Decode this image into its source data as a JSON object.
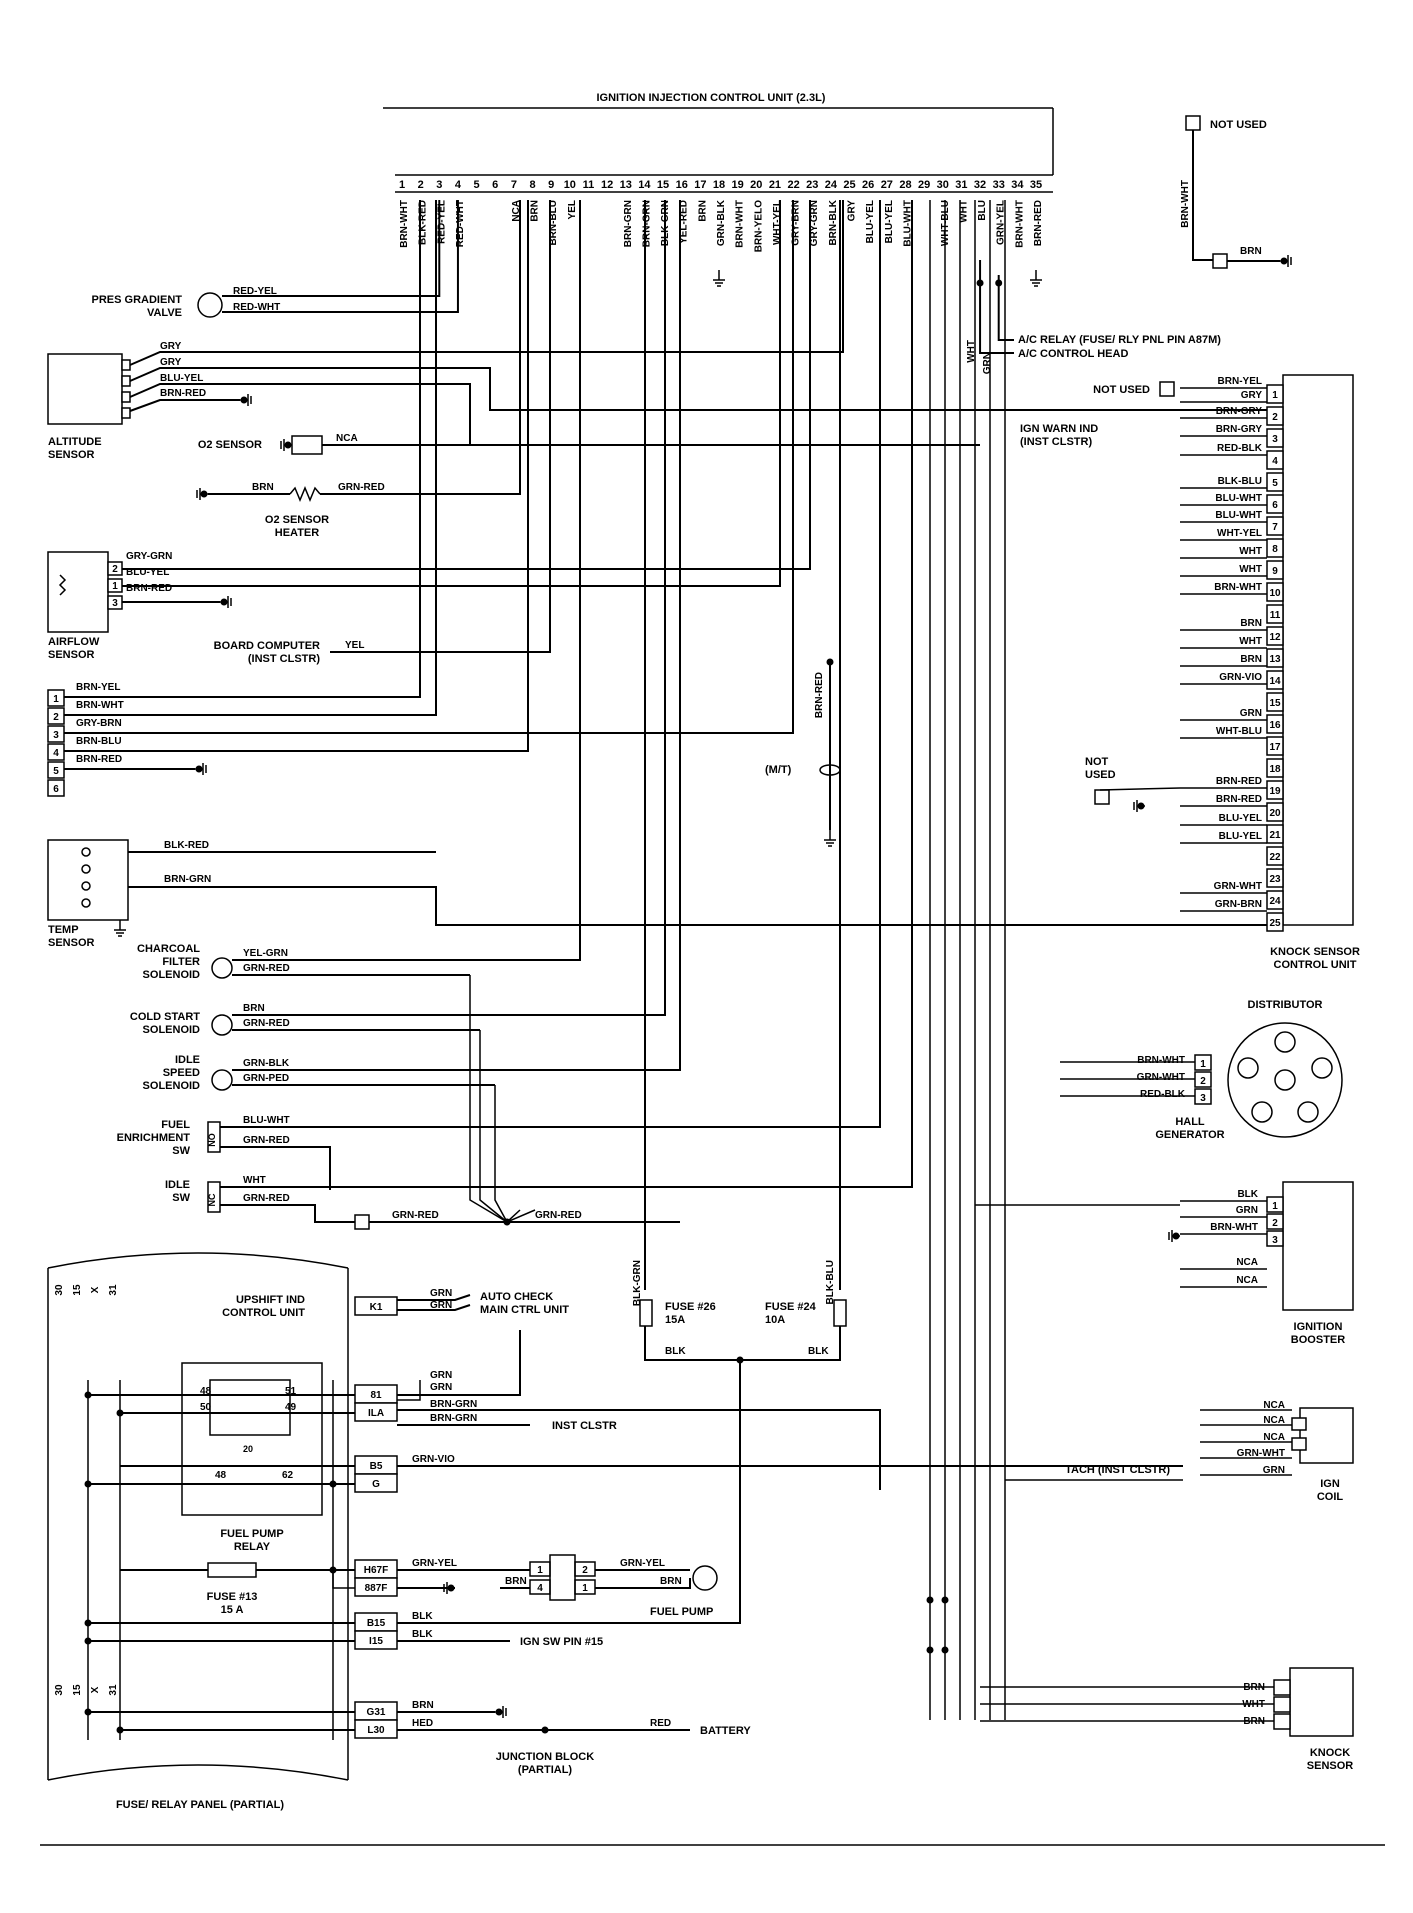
{
  "title": "IGNITION INJECTION CONTROL UNIT (2.3L)",
  "top_pins": [
    "1",
    "2",
    "3",
    "4",
    "5",
    "6",
    "7",
    "8",
    "9",
    "10",
    "11",
    "12",
    "13",
    "14",
    "15",
    "16",
    "17",
    "18",
    "19",
    "20",
    "21",
    "22",
    "23",
    "24",
    "25",
    "26",
    "27",
    "28",
    "29",
    "30",
    "31",
    "32",
    "33",
    "34",
    "35"
  ],
  "top_wires": [
    "BRN-WHT",
    "BLK-RED",
    "RED-YEL",
    "RED-WHT",
    "NCA",
    "BRN",
    "BRN-BLU",
    "YEL",
    "BRN-GRN",
    "BRN-GRN",
    "BLK-GRN",
    "YEL-RED",
    "BRN",
    "GRN-BLK",
    "BRN-WHT",
    "BRN-YELO",
    "WHT-YEL",
    "GRY-BRN",
    "GRY-GRN",
    "BRN-BLK",
    "GRY",
    "BLU-YEL",
    "BLU-YEL",
    "BLU-WHT",
    "WHT-BLU",
    "WHT",
    "BLU",
    "GRN-YEL",
    "BRN-WHT",
    "BRN-RED"
  ],
  "components": {
    "not_used_top": "NOT USED",
    "brn_wht_v": "BRN-WHT",
    "brn_top_right": "BRN",
    "ac_relay": "A/C RELAY (FUSE/ RLY PNL PIN A87M)",
    "ac_control": "A/C CONTROL HEAD",
    "wht_v": "WHT",
    "grn_v": "GRN",
    "pres_gradient_valve": "PRES GRADIENT\nVALVE",
    "red_yel": "RED-YEL",
    "red_wht": "RED-WHT",
    "altitude_sensor": "ALTITUDE\nSENSOR",
    "alt_wires": [
      "GRY",
      "GRY",
      "BLU-YEL",
      "BRN-RED"
    ],
    "o2_sensor": "O2 SENSOR",
    "nca": "NCA",
    "brn": "BRN",
    "grn_red": "GRN-RED",
    "o2_heater": "O2 SENSOR\nHEATER",
    "airflow_sensor": "AIRFLOW\nSENSOR",
    "airflow_wires": [
      "GRY-GRN",
      "BLU-YEL",
      "BRN-RED"
    ],
    "airflow_pins": [
      "2",
      "1",
      "3"
    ],
    "board_computer": "BOARD COMPUTER\n(INST CLSTR)",
    "yel": "YEL",
    "conn6_wires": [
      "BRN-YEL",
      "BRN-WHT",
      "GRY-BRN",
      "BRN-BLU",
      "BRN-RED"
    ],
    "conn6_pins": [
      "1",
      "2",
      "3",
      "4",
      "5",
      "6"
    ],
    "brn_red_v": "BRN-RED",
    "mt": "(M/T)",
    "temp_sensor": "TEMP\nSENSOR",
    "blk_red": "BLK-RED",
    "brn_grn": "BRN-GRN",
    "charcoal": "CHARCOAL\nFILTER\nSOLENOID",
    "yel_grn": "YEL-GRN",
    "cold_start": "COLD START\nSOLENOID",
    "idle_speed": "IDLE\nSPEED\nSOLENOID",
    "grn_blk": "GRN-BLK",
    "grn_ped": "GRN-PED",
    "fuel_enrichment": "FUEL\nENRICHMENT\nSW",
    "blu_wht": "BLU-WHT",
    "idle_sw": "IDLE\nSW",
    "wht": "WHT",
    "no": "NO",
    "nc": "NC",
    "blk_grn_v": "BLK-GRN",
    "blk_blu_v": "BLK-BLU",
    "fuse26": "FUSE #26\n15A",
    "fuse24": "FUSE #24\n10A",
    "blk": "BLK",
    "upshift": "UPSHIFT IND\nCONTROL UNIT",
    "k1": "K1",
    "grn": "GRN",
    "auto_check": "AUTO CHECK\nMAIN CTRL UNIT",
    "relay_pins": [
      "48",
      "51",
      "50",
      "49",
      "20",
      "48",
      "62"
    ],
    "fuel_pump_relay": "FUEL PUMP\nRELAY",
    "conn_labels": [
      "81",
      "ILA",
      "B5",
      "G",
      "H67F",
      "887F",
      "B15",
      "I15",
      "G31",
      "L30"
    ],
    "brn_grn2": "BRN-GRN",
    "inst_clstr": "INST CLSTR",
    "grn_vio": "GRN-VIO",
    "grn_yel": "GRN-YEL",
    "fuel_pump": "FUEL PUMP",
    "fuse13": "FUSE #13\n15 A",
    "ign_sw": "IGN SW PIN #15",
    "red": "RED",
    "hed": "HED",
    "battery": "BATTERY",
    "junction": "JUNCTION BLOCK\n(PARTIAL)",
    "fuse_relay_panel": "FUSE/ RELAY PANEL (PARTIAL)",
    "panel_pins_top": [
      "30",
      "15",
      "X",
      "31"
    ],
    "panel_pins_bottom": [
      "30",
      "15",
      "X",
      "31"
    ],
    "pump_pins": [
      "1",
      "2",
      "4",
      "1"
    ],
    "knock_ctrl": "KNOCK SENSOR\nCONTROL UNIT",
    "knock_pins": [
      "1",
      "2",
      "3",
      "4",
      "5",
      "6",
      "7",
      "8",
      "9",
      "10",
      "11",
      "12",
      "13",
      "14",
      "15",
      "16",
      "17",
      "18",
      "19",
      "20",
      "21",
      "22",
      "23",
      "24",
      "25"
    ],
    "knock_wires": [
      "BRN-YEL",
      "GRY",
      "BRN-GRY",
      "BRN-GRY",
      "RED-BLK",
      "BLK-BLU",
      "BLU-WHT",
      "BLU-WHT",
      "WHT-YEL",
      "WHT",
      "WHT",
      "BRN-WHT",
      "BRN",
      "WHT",
      "BRN",
      "GRN-VIO",
      "GRN",
      "WHT-BLU",
      "BRN-RED",
      "BRN-RED",
      "BLU-YEL",
      "BLU-YEL",
      "GRN-WHT",
      "GRN-BRN"
    ],
    "not_used_r": "NOT USED",
    "ign_warn": "IGN WARN IND\n(INST CLSTR)",
    "not_used_r2": "NOT\nUSED",
    "distributor": "DISTRIBUTOR",
    "hall": "HALL\nGENERATOR",
    "hall_wires": [
      "BRN-WHT",
      "GRN-WHT",
      "RED-BLK"
    ],
    "hall_pins": [
      "1",
      "2",
      "3"
    ],
    "booster_wires": [
      "BLK",
      "GRN",
      "BRN-WHT",
      "NCA",
      "NCA"
    ],
    "booster_pins": [
      "1",
      "2",
      "3"
    ],
    "ign_booster": "IGNITION\nBOOSTER",
    "coil_wires": [
      "NCA",
      "NCA",
      "NCA",
      "GRN-WHT",
      "GRN"
    ],
    "tach": "TACH (INST CLSTR)",
    "ign_coil": "IGN\nCOIL",
    "knock_sensor_wires": [
      "BRN",
      "WHT",
      "BRN"
    ],
    "knock_sensor": "KNOCK\nSENSOR"
  }
}
